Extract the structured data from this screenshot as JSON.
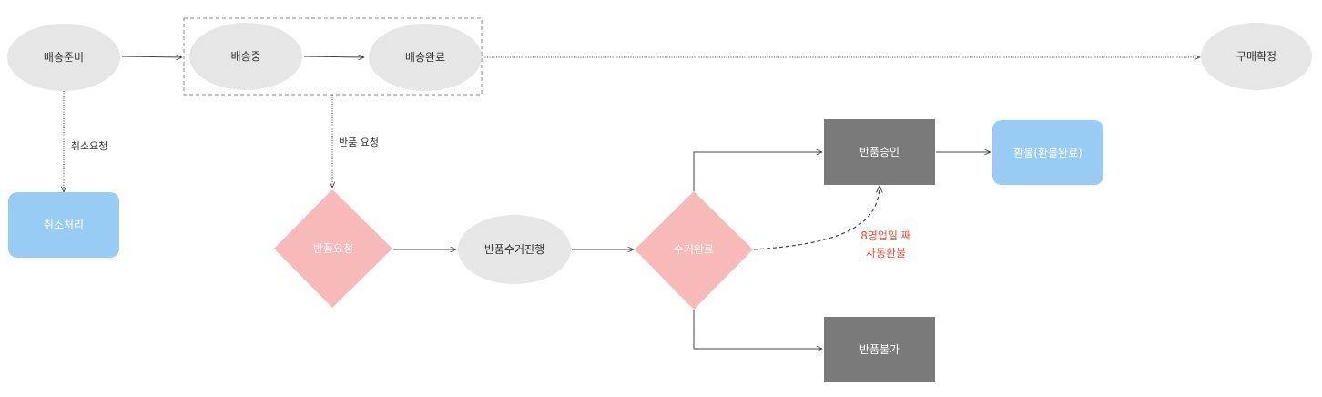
{
  "nodes": {
    "shipping_prep": "배송준비",
    "shipping": "배송중",
    "delivered": "배송완료",
    "purchase_confirmed": "구매확정",
    "cancel_done": "취소처리",
    "return_request": "반품요청",
    "return_pickup": "반품수거진행",
    "pickup_done": "수거완료",
    "return_approved": "반품승인",
    "refund": "환불(환불완료)",
    "return_rejected": "반품불가"
  },
  "edges": {
    "cancel_request": "취소요청",
    "return_request": "반품 요청",
    "auto_refund_line1": "8영업일 째",
    "auto_refund_line2": "자동환불"
  },
  "colors": {
    "ellipse_fill": "#e6e6e6",
    "blue_box": "#99ccf5",
    "pink_diamond": "#f8b9b9",
    "dark_box": "#7a7a7a",
    "auto_refund_text": "#e8533a"
  }
}
